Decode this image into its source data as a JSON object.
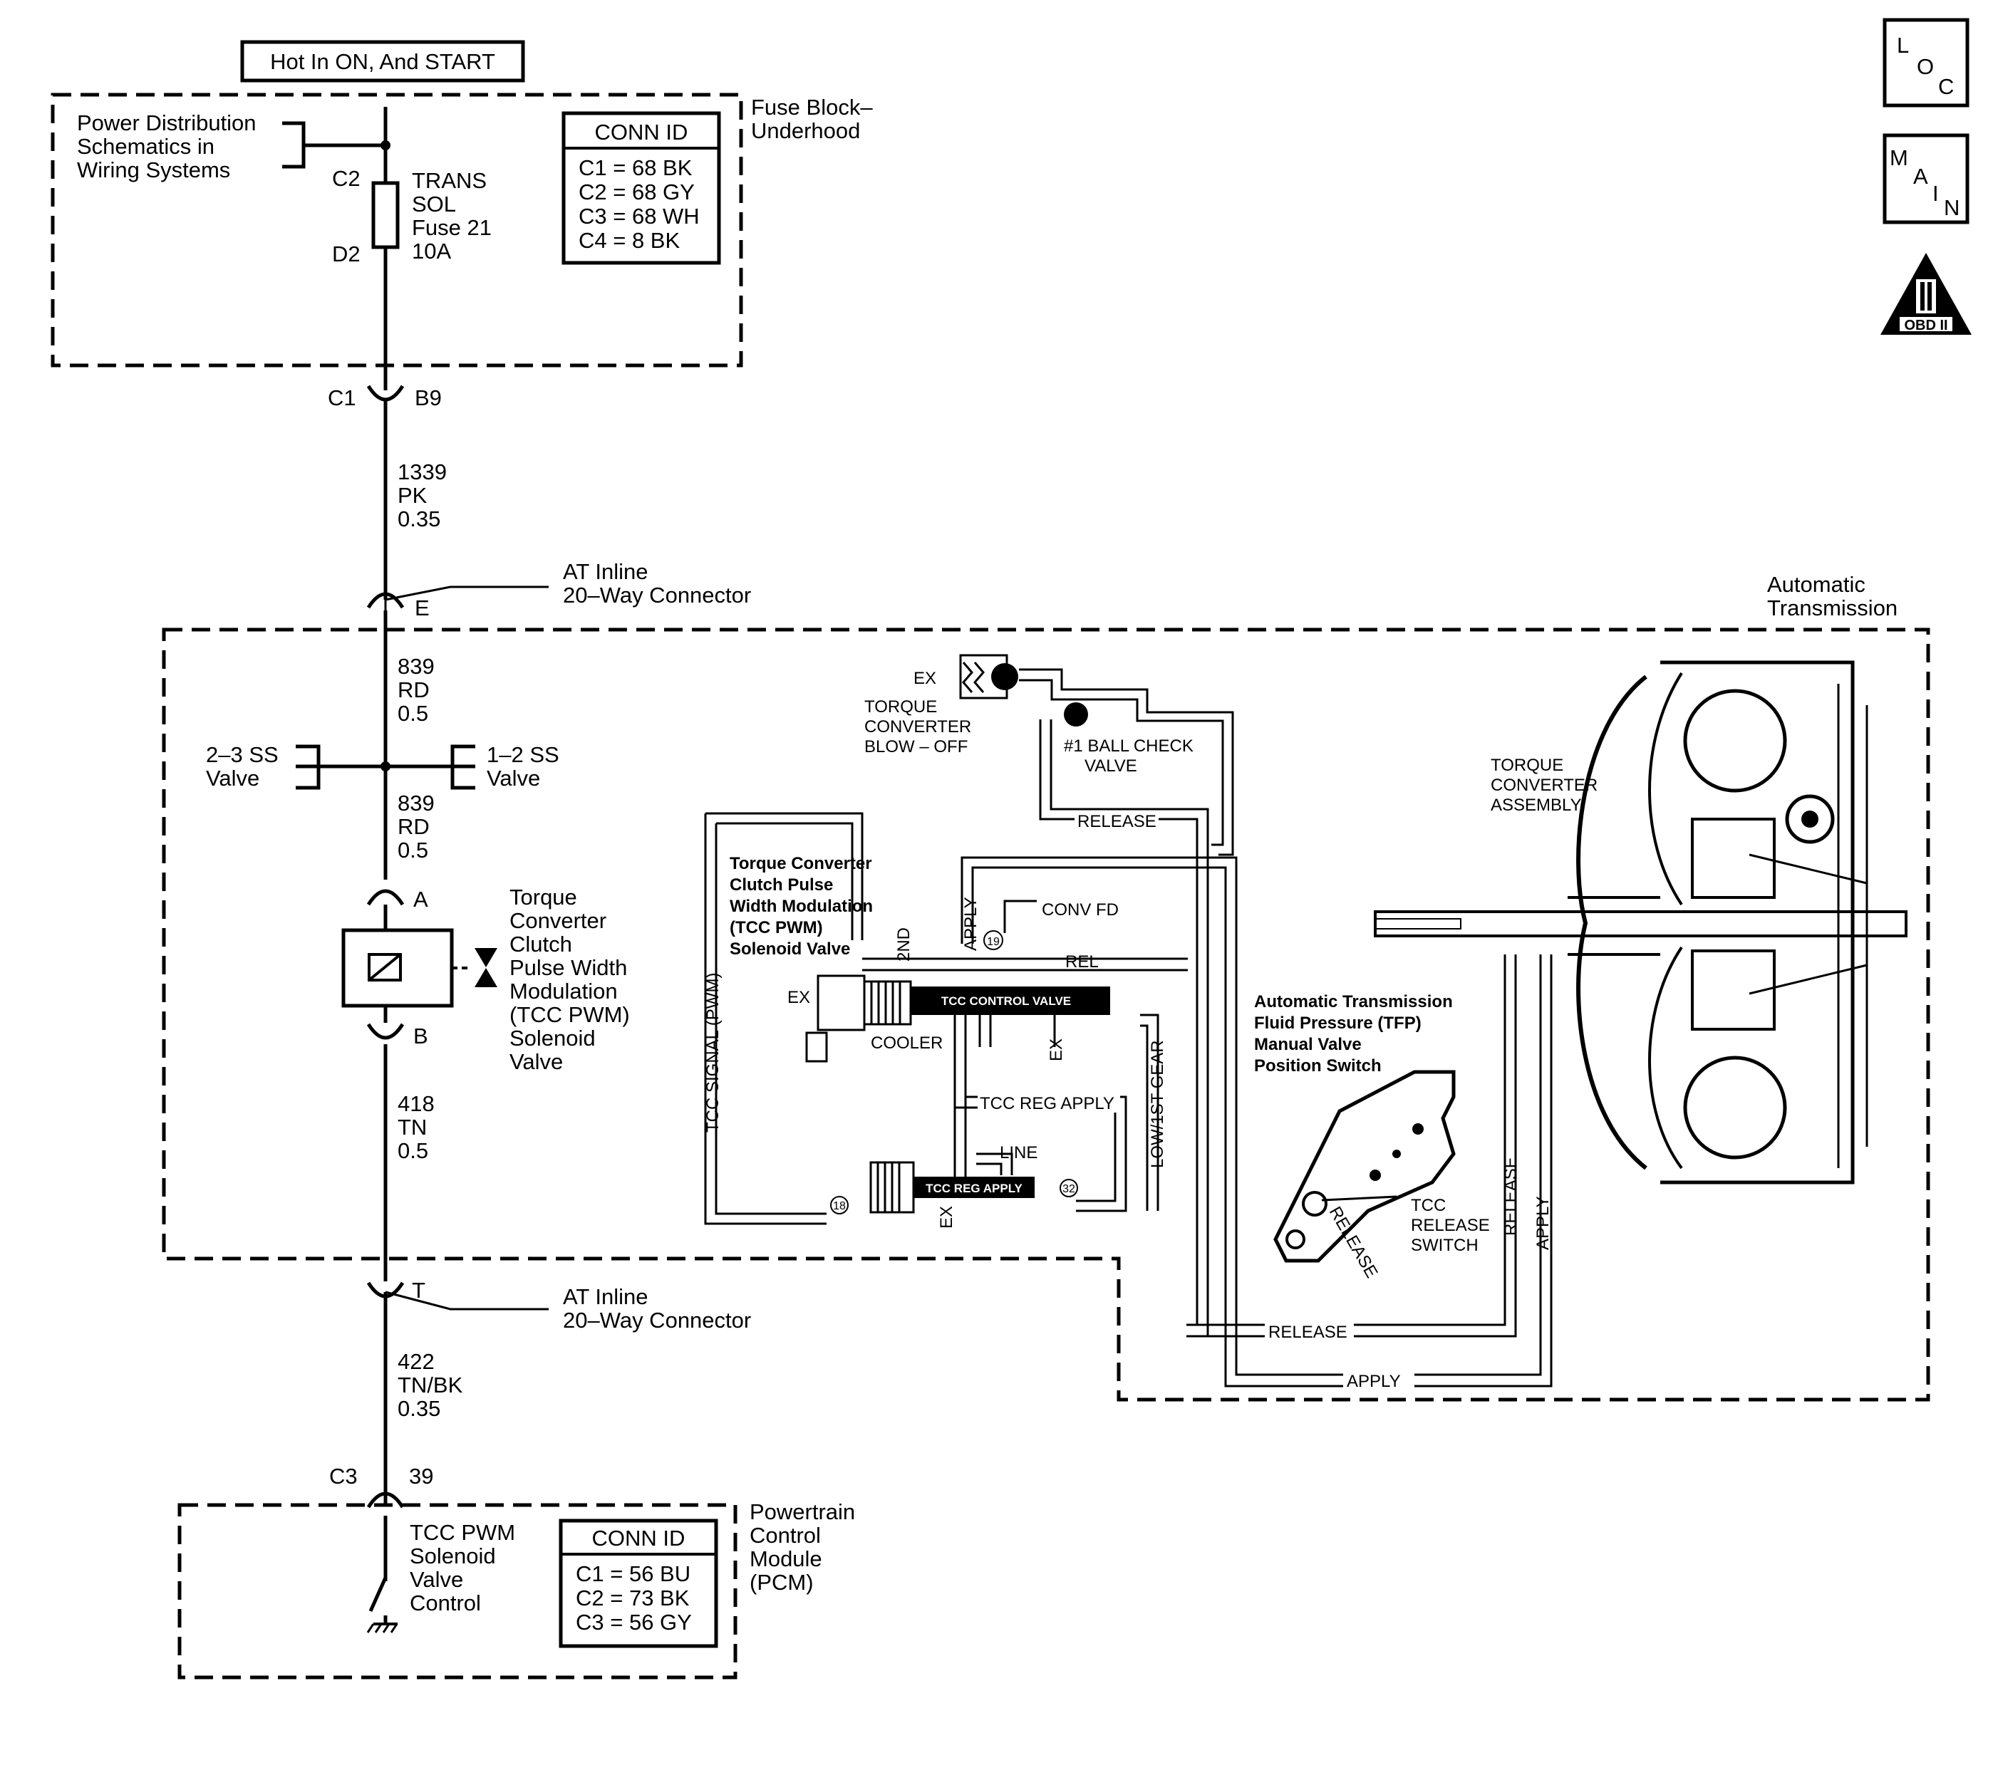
{
  "header": {
    "power_label": "Hot In ON, And START"
  },
  "nav_icons": {
    "loc": [
      "L",
      "O",
      "C"
    ],
    "main": [
      "M",
      "A",
      "I",
      "N"
    ],
    "obd": {
      "numeral": "II",
      "label": "OBD II"
    }
  },
  "fuse_block": {
    "title": [
      "Fuse Block–",
      "Underhood"
    ],
    "ref": [
      "Power Distribution",
      "Schematics in",
      "Wiring Systems"
    ],
    "pin_top": "C2",
    "pin_bottom": "D2",
    "fuse": [
      "TRANS",
      "SOL",
      "Fuse 21",
      "10A"
    ],
    "conn": {
      "title": "CONN ID",
      "rows": [
        "C1 = 68 BK",
        "C2 = 68 GY",
        "C3 = 68 WH",
        "C4 = 8 BK"
      ]
    }
  },
  "wires": {
    "c1": "C1",
    "b9": "B9",
    "w1339": [
      "1339",
      "PK",
      "0.35"
    ],
    "w839a": [
      "839",
      "RD",
      "0.5"
    ],
    "w839b": [
      "839",
      "RD",
      "0.5"
    ],
    "w418": [
      "418",
      "TN",
      "0.5"
    ],
    "w422": [
      "422",
      "TN/BK",
      "0.35"
    ],
    "c3": "C3",
    "p39": "39"
  },
  "connectors": {
    "inline_top": {
      "pin": "E",
      "label": [
        "AT Inline",
        "20–Way Connector"
      ]
    },
    "inline_bottom": {
      "pin": "T",
      "label": [
        "AT Inline",
        "20–Way Connector"
      ]
    }
  },
  "transmission": {
    "title": [
      "Automatic",
      "Transmission"
    ],
    "ss_23": [
      "2–3 SS",
      "Valve"
    ],
    "ss_12": [
      "1–2 SS",
      "Valve"
    ],
    "solenoid_pin_a": "A",
    "solenoid_pin_b": "B",
    "solenoid_label": [
      "Torque",
      "Converter",
      "Clutch",
      "Pulse Width",
      "Modulation",
      "(TCC PWM)",
      "Solenoid",
      "Valve"
    ]
  },
  "hydraulic": {
    "ex_top": "EX",
    "blowoff": [
      "TORQUE",
      "CONVERTER",
      "BLOW – OFF"
    ],
    "ball_check": [
      "#1 BALL CHECK",
      "VALVE"
    ],
    "release_top": "RELEASE",
    "tcc_pwm_valve": [
      "Torque Converter",
      "Clutch Pulse",
      "Width Modulation",
      "(TCC PWM)",
      "Solenoid Valve"
    ],
    "second": "2ND",
    "apply": "APPLY",
    "conv_fd": "CONV FD",
    "n19": "19",
    "rel": "REL",
    "ex_left": "EX",
    "tcc_control_valve": "TCC CONTROL VALVE",
    "cooler": "COOLER",
    "ex_mid": "EX",
    "tcc_signal": "TCC SIGNAL (PWM)",
    "low_gear": "LOW/1ST GEAR",
    "tcc_reg_apply_label": "TCC REG APPLY",
    "line": "LINE",
    "tcc_reg_apply_valve": "TCC REG APPLY",
    "n18": "18",
    "n32": "32",
    "ex_bottom": "EX",
    "converter_assembly": [
      "TORQUE",
      "CONVERTER",
      "ASSEMBLY"
    ],
    "tfp_switch": [
      "Automatic Transmission",
      "Fluid Pressure (TFP)",
      "Manual Valve",
      "Position Switch"
    ],
    "tcc_release_switch": [
      "TCC",
      "RELEASE",
      "SWITCH"
    ],
    "release_diag": "RELEASE",
    "release_vert": "RELEASE",
    "apply_vert": "APPLY",
    "release_bottom": "RELEASE",
    "apply_bottom": "APPLY"
  },
  "pcm": {
    "title": [
      "Powertrain",
      "Control",
      "Module",
      "(PCM)"
    ],
    "control": [
      "TCC PWM",
      "Solenoid",
      "Valve",
      "Control"
    ],
    "conn": {
      "title": "CONN ID",
      "rows": [
        "C1 = 56 BU",
        "C2 = 73 BK",
        "C3 = 56 GY"
      ]
    }
  }
}
